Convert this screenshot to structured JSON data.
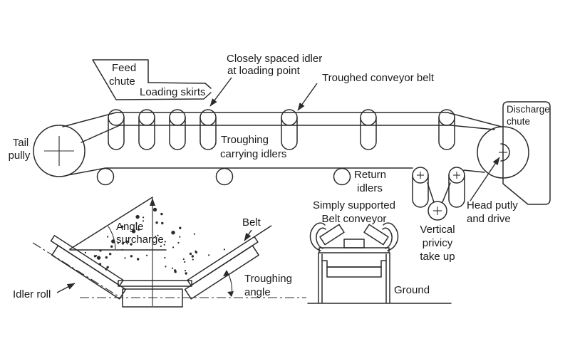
{
  "diagram": {
    "labels": {
      "tail_pulley": [
        "Tail",
        "pully"
      ],
      "feed_chute": [
        "Feed",
        "chute"
      ],
      "loading_skirts": [
        "Loading skirts"
      ],
      "closely_spaced": [
        "Closely spaced idler",
        "at loading point"
      ],
      "troughed_belt": [
        "Troughed conveyor belt"
      ],
      "troughing_carrying_idlers": [
        "Troughing",
        "carrying idlers"
      ],
      "discharge_chute": [
        "Discharge",
        "chute"
      ],
      "return_idlers": [
        "Return",
        "idlers"
      ],
      "head_pulley": [
        "Head putly",
        "and drive"
      ],
      "vertical_takeup": [
        "Vertical",
        "privicy",
        "take up"
      ],
      "simply_supported": [
        "Simply supported",
        "Belt conveyor"
      ],
      "ground": [
        "Ground"
      ],
      "angle_surcharge": [
        "Angle",
        "surcharge"
      ],
      "belt": [
        "Belt"
      ],
      "troughing_angle": [
        "Troughing",
        "angle"
      ],
      "idler_roll": [
        "Idler roll"
      ]
    },
    "counts": {
      "carrying_idlers": 7,
      "closely_spaced_idlers": 4,
      "return_idlers": 3,
      "takeup_snub_pulleys": 2,
      "takeup_gravity_pulleys": 1
    },
    "colors": {
      "line": "#2b2b2b",
      "text": "#1a1a1a",
      "background": "#ffffff"
    }
  }
}
